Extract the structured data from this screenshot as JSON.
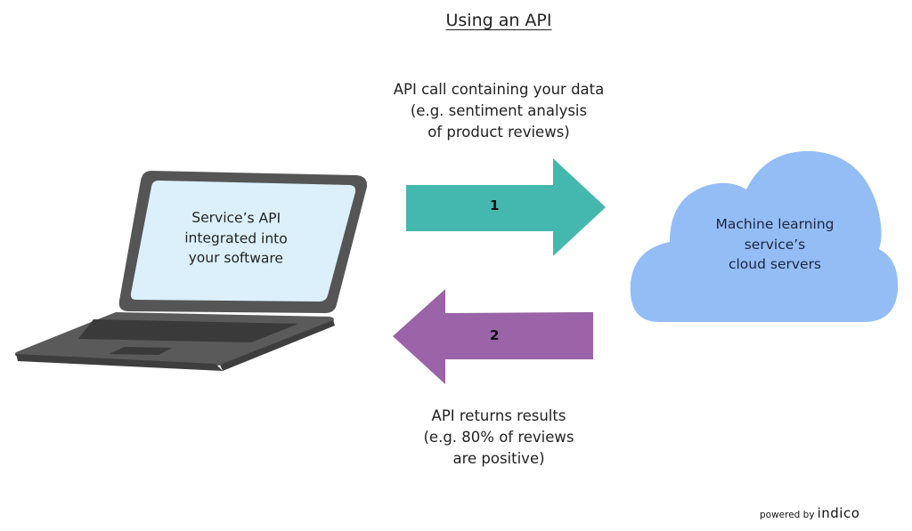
{
  "title": "Using an API",
  "steps": [
    {
      "number": "1",
      "direction": "right",
      "color": "#44b8ae",
      "caption": [
        "API call containing your data",
        "(e.g. sentiment analysis",
        "of product reviews)"
      ]
    },
    {
      "number": "2",
      "direction": "left",
      "color": "#9b63a8",
      "caption": [
        "API returns results",
        "(e.g. 80% of reviews",
        "are positive)"
      ]
    }
  ],
  "laptop": {
    "screen_color": "#dbf0fa",
    "body_color": "#555555",
    "label": [
      "Service’s API",
      "integrated into",
      "your software"
    ]
  },
  "cloud": {
    "color": "#94bdf5",
    "label": [
      "Machine learning",
      "service’s",
      "cloud servers"
    ]
  },
  "footer": {
    "prefix": "powered by",
    "brand": "indico"
  }
}
